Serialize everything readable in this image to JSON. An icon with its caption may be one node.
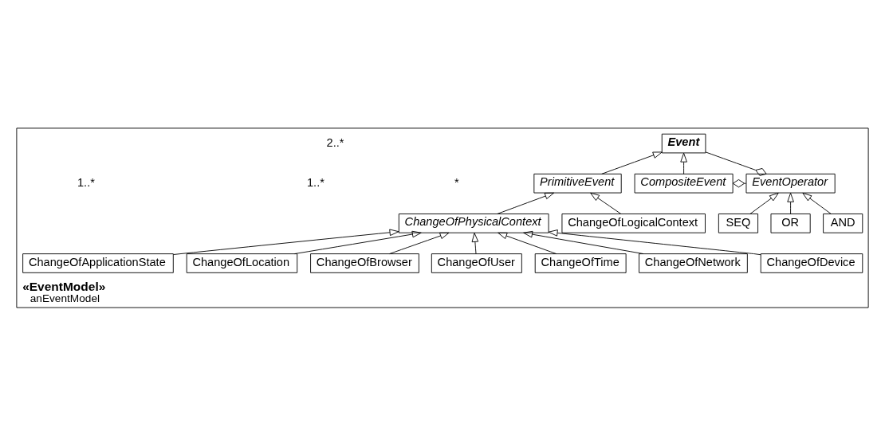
{
  "diagram": {
    "nodes": [
      {
        "text": [
          "«EventModel»",
          "anEventModel"
        ]
      },
      {
        "text": [
          "Event"
        ],
        "in": 0
      },
      {
        "text": [
          "EventOperator"
        ],
        "in": 0
      },
      {
        "text": [
          "CompositeEvent"
        ],
        "in": 0
      },
      {
        "text": [
          "PrimitiveEvent"
        ],
        "in": 0
      },
      {
        "text": [
          "AND"
        ],
        "in": 0
      },
      {
        "text": [
          "OR"
        ],
        "in": 0
      },
      {
        "text": [
          "SEQ"
        ],
        "in": 0
      },
      {
        "text": [
          "ChangeOfPhysicalContext"
        ],
        "in": 0
      },
      {
        "text": [
          "ChangeOfLogicalContext"
        ],
        "in": 0
      },
      {
        "text": [
          "ChangeOfDevice"
        ],
        "in": 0
      },
      {
        "text": [
          "ChangeOfNetwork"
        ],
        "in": 0
      },
      {
        "text": [
          "ChangeOfTime"
        ],
        "in": 0
      },
      {
        "text": [
          "ChangeOfUser"
        ],
        "in": 0
      },
      {
        "text": [
          "ChangeOfBrowser"
        ],
        "in": 0
      },
      {
        "text": [
          "ChangeOfLocation"
        ],
        "in": 0
      },
      {
        "text": [
          "ChangeOfApplicationState"
        ],
        "in": 0
      }
    ],
    "edges": [
      {
        "from": 2,
        "to": 1,
        "arrow": "other"
      },
      {
        "from": 3,
        "to": 2,
        "arrow": "other"
      },
      {
        "from": 3,
        "to": 1,
        "arrow": "to"
      },
      {
        "from": 4,
        "to": 1,
        "arrow": "to"
      },
      {
        "from": 5,
        "to": 2,
        "arrow": "to"
      },
      {
        "from": 6,
        "to": 2,
        "arrow": "to"
      },
      {
        "from": 7,
        "to": 2,
        "arrow": "to"
      },
      {
        "from": 8,
        "to": 4,
        "arrow": "to"
      },
      {
        "from": 9,
        "to": 4,
        "arrow": "to"
      },
      {
        "from": 10,
        "to": 8,
        "arrow": "to"
      },
      {
        "from": 11,
        "to": 8,
        "arrow": "to"
      },
      {
        "from": 12,
        "to": 8,
        "arrow": "to"
      },
      {
        "from": 13,
        "to": 8,
        "arrow": "to"
      },
      {
        "from": 14,
        "to": 8,
        "arrow": "to"
      },
      {
        "from": 15,
        "to": 8,
        "arrow": "to"
      },
      {
        "from": 16,
        "to": 8,
        "arrow": "to"
      }
    ],
    "labels": [
      "2..*",
      "*",
      "1..*",
      "1..*"
    ]
  }
}
